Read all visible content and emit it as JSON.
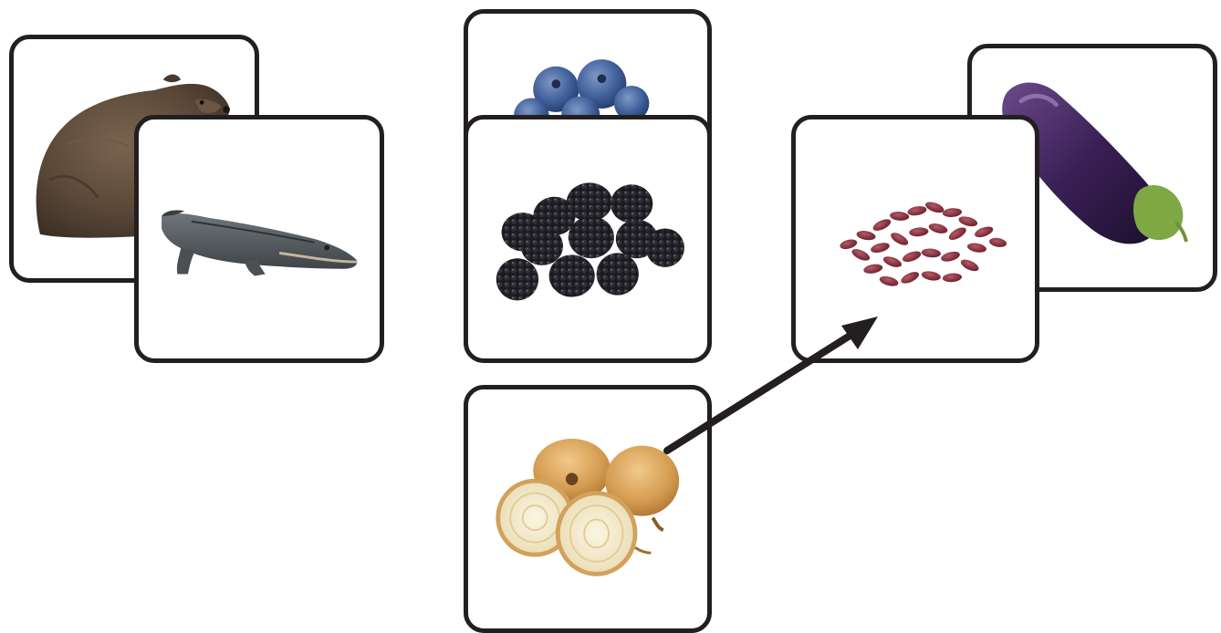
{
  "cards": [
    {
      "id": "bear",
      "icon": "bear-icon"
    },
    {
      "id": "alligator",
      "icon": "alligator-icon"
    },
    {
      "id": "blueberries",
      "icon": "blueberries-icon"
    },
    {
      "id": "blackberries",
      "icon": "blackberries-icon"
    },
    {
      "id": "eggplant",
      "icon": "eggplant-icon"
    },
    {
      "id": "kidney-beans",
      "icon": "kidney-beans-icon"
    },
    {
      "id": "onions",
      "icon": "onions-icon"
    }
  ],
  "arrow": {
    "from": "onions",
    "to": "kidney-beans",
    "color": "#231f20"
  },
  "colors": {
    "card_border": "#231f20",
    "background": "#ffffff"
  }
}
